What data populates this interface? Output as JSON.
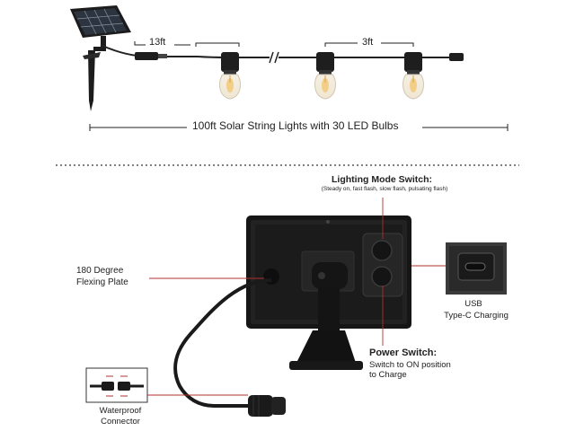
{
  "top": {
    "cord_label": "13ft",
    "spacing_label": "3ft",
    "length_caption": "100ft Solar String Lights with 30 LED Bulbs"
  },
  "bottom": {
    "lighting_mode_title": "Lighting Mode Switch:",
    "lighting_mode_sub": "(Steady on, fast flash, slow flash, pulsating flash)",
    "flexing_line1": "180 Degree",
    "flexing_line2": "Flexing Plate",
    "usb_line1": "USB",
    "usb_line2": "Type-C Charging",
    "power_title": "Power Switch:",
    "power_line1": "Switch to ON position",
    "power_line2": "to Charge",
    "waterproof_line1": "Waterproof",
    "waterproof_line2": "Connector"
  },
  "colors": {
    "panel_frame": "#1c1c1c",
    "panel_cell": "#2c3440",
    "cell_grid": "#8a93a0",
    "bulb_glow": "#f3c772",
    "bulb_glass": "#f2ece0",
    "socket": "#1e1e1e",
    "callout_line": "#b03030",
    "dotted_divider": "#555555"
  }
}
